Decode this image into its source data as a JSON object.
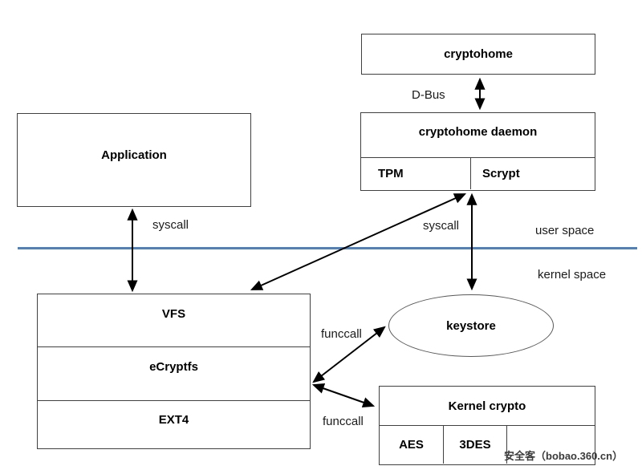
{
  "boxes": {
    "cryptohome": "cryptohome",
    "cryptohome_daemon": "cryptohome daemon",
    "tpm": "TPM",
    "scrypt": "Scrypt",
    "application": "Application",
    "vfs": "VFS",
    "ecryptfs": "eCryptfs",
    "ext4": "EXT4",
    "keystore": "keystore",
    "kernel_crypto": "Kernel crypto",
    "aes": "AES",
    "tdes": "3DES"
  },
  "labels": {
    "dbus": "D-Bus",
    "syscall_left": "syscall",
    "syscall_right": "syscall",
    "user_space": "user space",
    "kernel_space": "kernel space",
    "funccall_keystore": "funccall",
    "funccall_crypto": "funccall"
  },
  "watermark": "安全客（bobao.360.cn）",
  "colors": {
    "divider_blue": "#4f81bd",
    "box_border": "#404040",
    "arrow": "#000000"
  }
}
